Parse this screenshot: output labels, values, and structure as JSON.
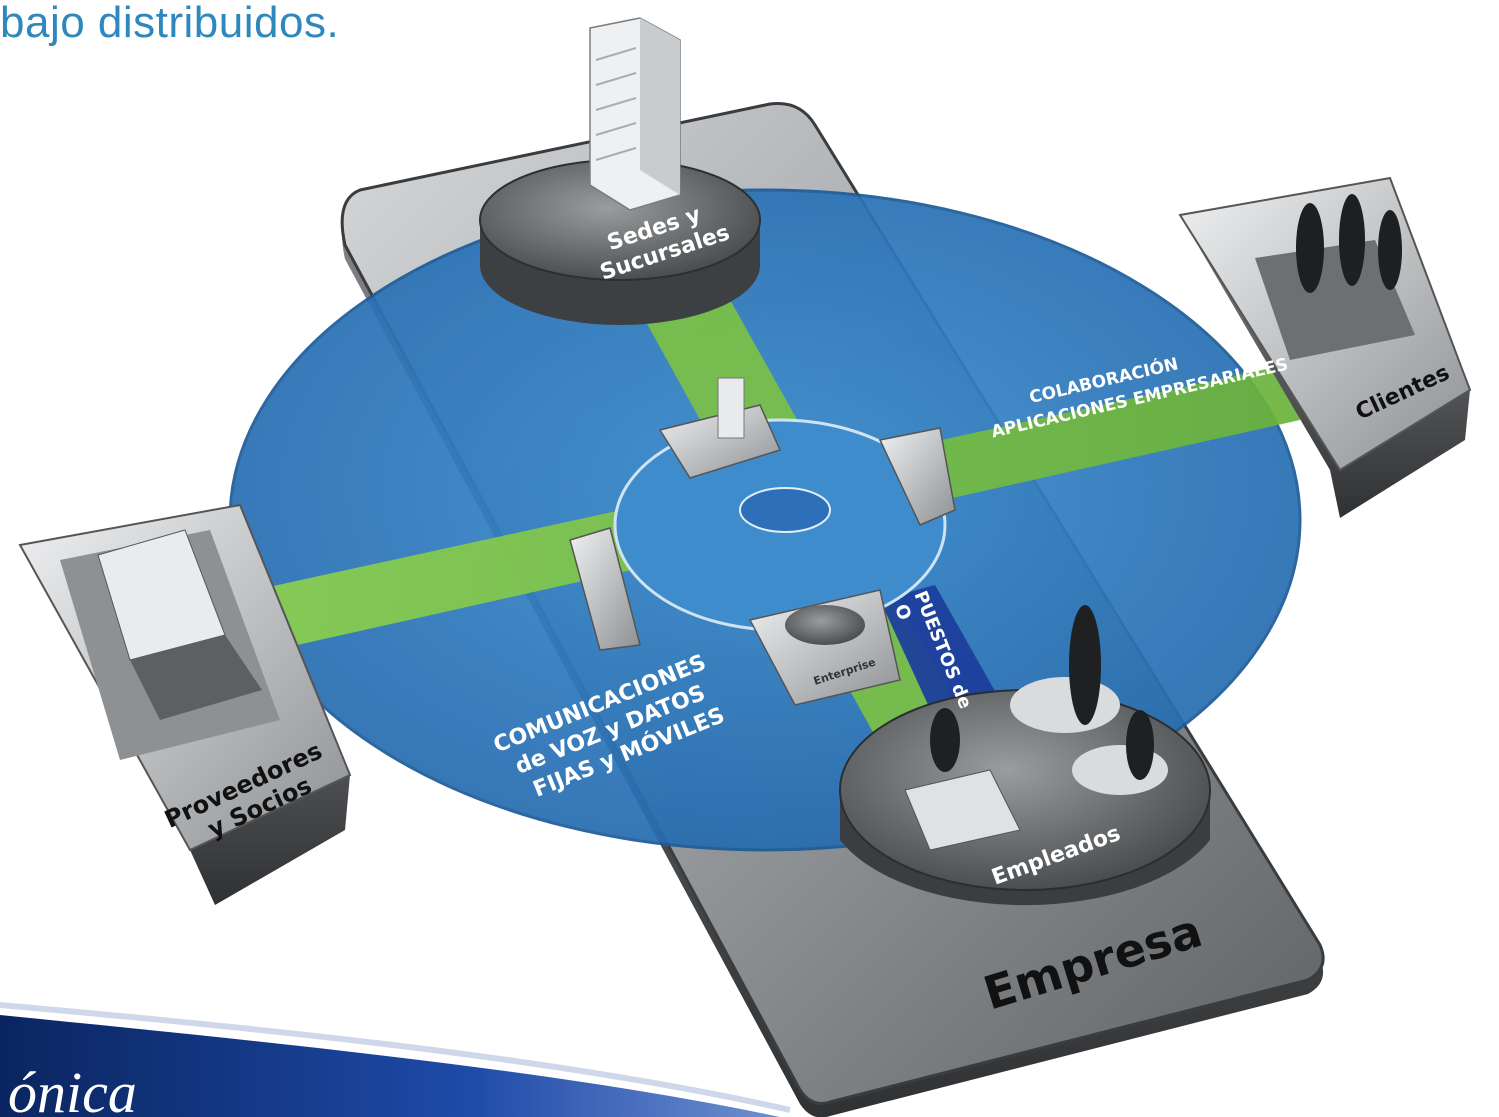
{
  "slide": {
    "heading_fragment": "bajo distribuidos.",
    "logo_fragment": "ónica"
  },
  "diagram": {
    "labels": {
      "sedes_line1": "Sedes y",
      "sedes_line2": "Sucursales",
      "clientes": "Clientes",
      "proveedores_line1": "Proveedores",
      "proveedores_line2": "y Socios",
      "empleados": "Empleados",
      "empresa": "Empresa",
      "colaboracion_line1": "COLABORACIÓN",
      "colaboracion_line2": "APLICACIONES EMPRESARIALES",
      "comunicaciones_line1": "COMUNICACIONES",
      "comunicaciones_line2": "de VOZ y DATOS",
      "comunicaciones_line3": "FIJAS y MÓVILES",
      "puestos_line1": "PUESTOS de",
      "puestos_line2": "O",
      "enterprise": "Enterprise"
    }
  },
  "colors": {
    "blue_disc": "#2f7fc1",
    "green_band": "#7cc242",
    "dark_blue_band": "#1c3f9c",
    "platform_gray": "#8c8f92",
    "heading_text": "#2e88bd"
  }
}
